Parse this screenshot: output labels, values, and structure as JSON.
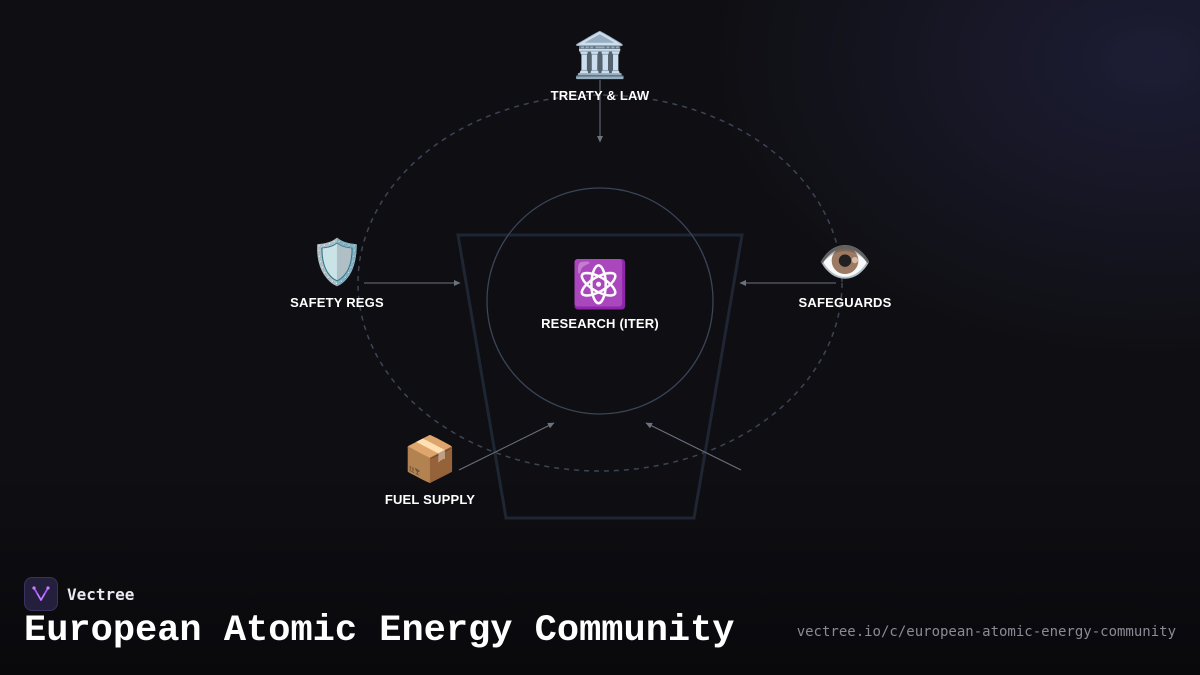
{
  "diagram": {
    "center": {
      "label": "RESEARCH (ITER)",
      "icon": "atom-icon"
    },
    "nodes": [
      {
        "id": "treaty",
        "label": "TREATY & LAW",
        "icon": "classical-building-icon"
      },
      {
        "id": "safety",
        "label": "SAFETY REGS",
        "icon": "shield-icon"
      },
      {
        "id": "safeguards",
        "label": "SAFEGUARDS",
        "icon": "eye-icon"
      },
      {
        "id": "fuel",
        "label": "FUEL SUPPLY",
        "icon": "package-icon"
      }
    ]
  },
  "footer": {
    "brand": "Vectree",
    "title": "European Atomic Energy Community",
    "url": "vectree.io/c/european-atomic-energy-community"
  },
  "colors": {
    "background": "#0f0f13",
    "dashed_orbit": "#3b4556",
    "trapezoid": "#1e2533",
    "inner_circle": "#3a4558",
    "arrow": "#6b7280",
    "logo_accent": "#a855f7"
  }
}
